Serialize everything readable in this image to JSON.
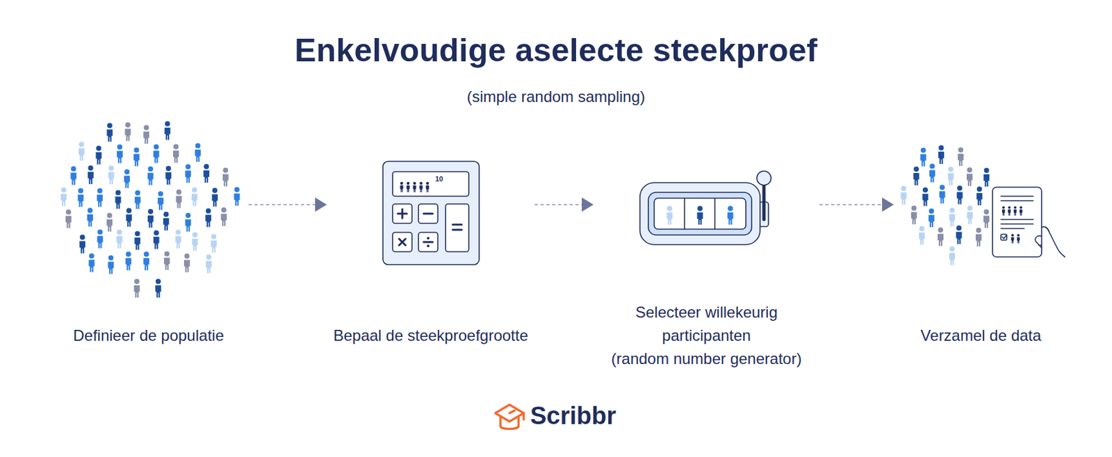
{
  "diagram": {
    "title": "Enkelvoudige aselecte steekproef",
    "nodes": [
      {
        "text": [
          "Definieer de populatie"
        ]
      },
      {
        "text": [
          "Bepaal de steekproefgrootte"
        ]
      },
      {
        "text": [
          "Selecteer willekeurig participanten",
          "(random number generator)"
        ]
      },
      {
        "text": [
          "Verzamel de data"
        ]
      }
    ],
    "edges": [
      {
        "from": 0,
        "to": 1,
        "arrow": "to"
      },
      {
        "from": 1,
        "to": 2,
        "arrow": "to"
      },
      {
        "from": 2,
        "to": 3,
        "arrow": "to"
      }
    ],
    "labels": [
      "(simple random sampling)",
      "10",
      "Scribbr"
    ]
  }
}
